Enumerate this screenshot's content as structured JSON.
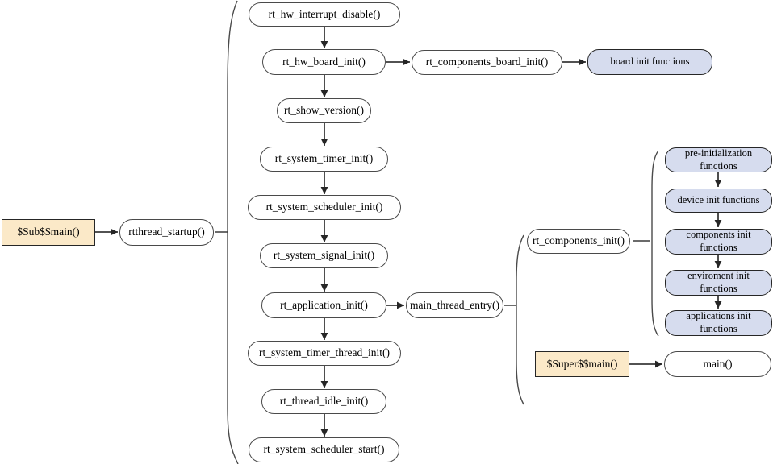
{
  "diagram": {
    "entry": {
      "sub_main": "$Sub$$main()",
      "rtthread_startup": "rtthread_startup()"
    },
    "startup_chain": [
      "rt_hw_interrupt_disable()",
      "rt_hw_board_init()",
      "rt_show_version()",
      "rt_system_timer_init()",
      "rt_system_scheduler_init()",
      "rt_system_signal_init()",
      "rt_application_init()",
      "rt_system_timer_thread_init()",
      "rt_thread_idle_init()",
      "rt_system_scheduler_start()"
    ],
    "board_branch": {
      "rt_components_board_init": "rt_components_board_init()",
      "board_init_functions": "board init functions"
    },
    "main_branch": {
      "main_thread_entry": "main_thread_entry()",
      "rt_components_init": "rt_components_init()",
      "super_main": "$Super$$main()",
      "main_fn": "main()"
    },
    "init_groups": [
      "pre-initialization functions",
      "device init functions",
      "components init functions",
      "enviroment init functions",
      "applications init functions"
    ],
    "colors": {
      "highlight_fill": "#FBE9C8",
      "group_fill": "#D6DCEE",
      "node_fill": "#FFFFFF",
      "line": "#3A3A3A"
    }
  }
}
